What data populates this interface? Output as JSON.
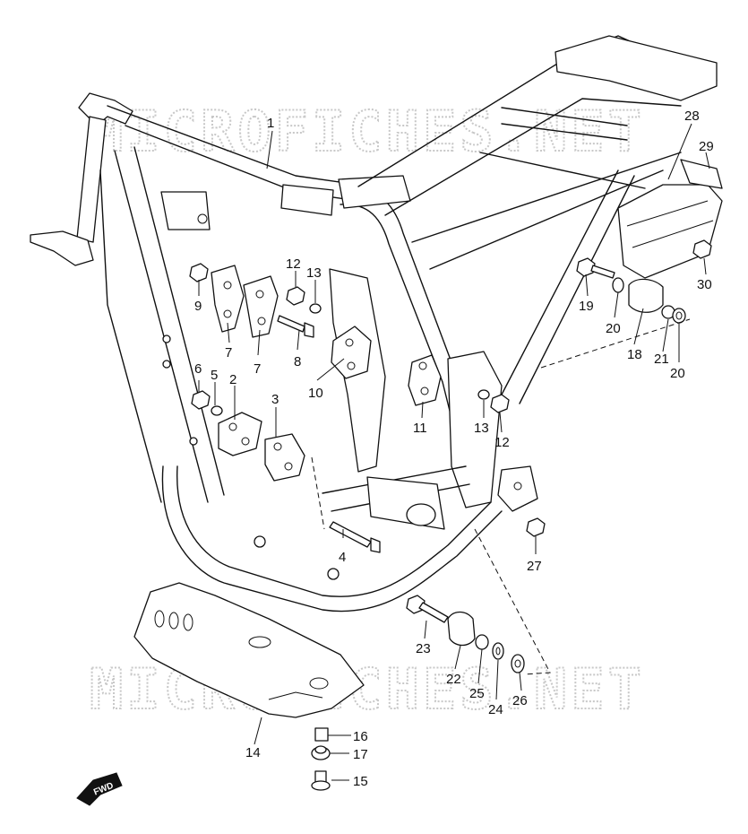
{
  "watermark": {
    "text": "MICROFICHES.NET"
  },
  "fwd": {
    "text": "FWD"
  },
  "callouts": [
    {
      "id": "c1",
      "text": "1"
    },
    {
      "id": "c2",
      "text": "2"
    },
    {
      "id": "c3",
      "text": "3"
    },
    {
      "id": "c4",
      "text": "4"
    },
    {
      "id": "c5",
      "text": "5"
    },
    {
      "id": "c6",
      "text": "6"
    },
    {
      "id": "c7a",
      "text": "7"
    },
    {
      "id": "c7b",
      "text": "7"
    },
    {
      "id": "c8",
      "text": "8"
    },
    {
      "id": "c9",
      "text": "9"
    },
    {
      "id": "c10",
      "text": "10"
    },
    {
      "id": "c11",
      "text": "11"
    },
    {
      "id": "c12a",
      "text": "12"
    },
    {
      "id": "c12b",
      "text": "12"
    },
    {
      "id": "c13a",
      "text": "13"
    },
    {
      "id": "c13b",
      "text": "13"
    },
    {
      "id": "c14",
      "text": "14"
    },
    {
      "id": "c15",
      "text": "15"
    },
    {
      "id": "c16",
      "text": "16"
    },
    {
      "id": "c17",
      "text": "17"
    },
    {
      "id": "c18",
      "text": "18"
    },
    {
      "id": "c19",
      "text": "19"
    },
    {
      "id": "c20a",
      "text": "20"
    },
    {
      "id": "c20b",
      "text": "20"
    },
    {
      "id": "c21",
      "text": "21"
    },
    {
      "id": "c22",
      "text": "22"
    },
    {
      "id": "c23",
      "text": "23"
    },
    {
      "id": "c24",
      "text": "24"
    },
    {
      "id": "c25",
      "text": "25"
    },
    {
      "id": "c26",
      "text": "26"
    },
    {
      "id": "c27",
      "text": "27"
    },
    {
      "id": "c28",
      "text": "28"
    },
    {
      "id": "c29",
      "text": "29"
    },
    {
      "id": "c30",
      "text": "30"
    }
  ]
}
